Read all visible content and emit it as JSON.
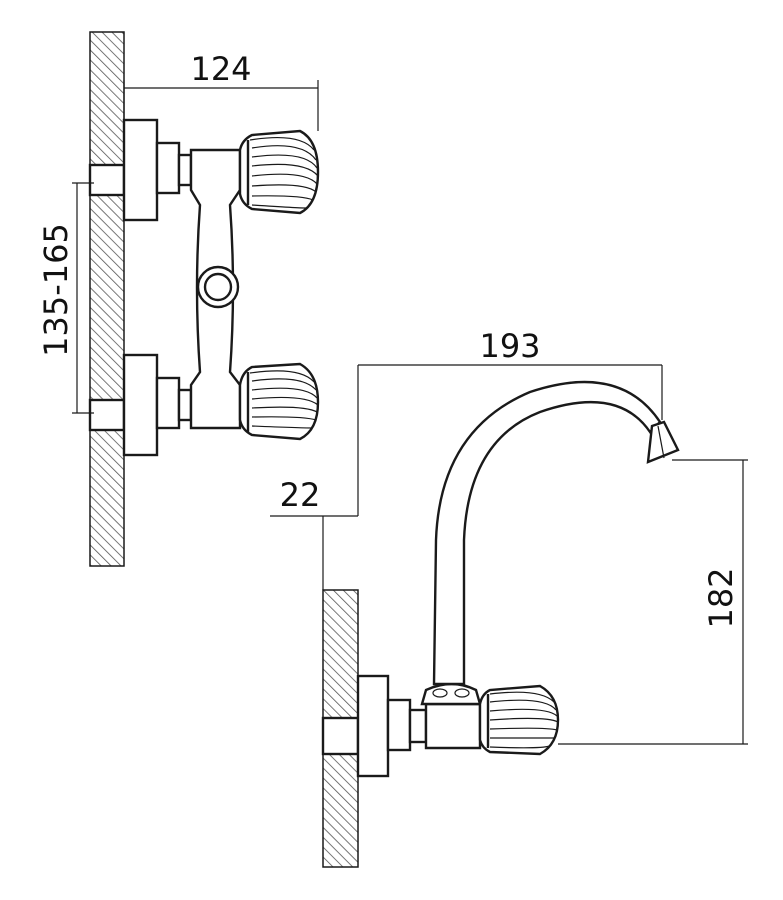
{
  "dimensions": {
    "width_top": "124",
    "spacing": "135-165",
    "reach": "193",
    "wall_offset": "22",
    "height": "182"
  },
  "colors": {
    "line": "#1a1a1a",
    "hatch": "#555555",
    "background": "#ffffff"
  }
}
